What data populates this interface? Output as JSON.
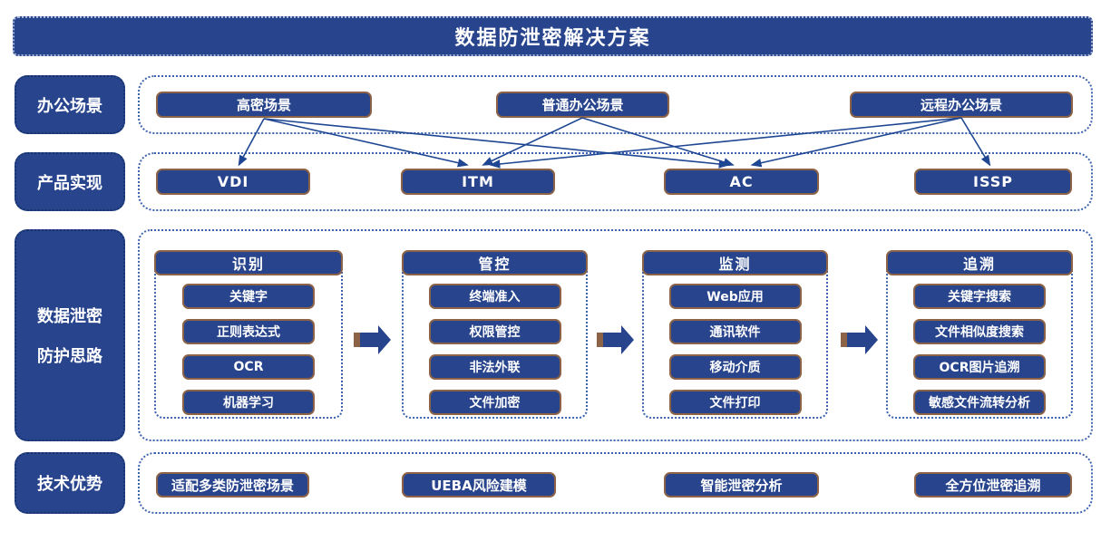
{
  "title": "数据防泄密解决方案",
  "colors": {
    "primary_blue": "#27448c",
    "border_brown": "#8c6347",
    "dotted_border_blue": "#3d62ae",
    "connector_line_blue": "#1e4693"
  },
  "scenarios": {
    "label": "办公场景",
    "items": [
      "高密场景",
      "普通办公场景",
      "远程办公场景"
    ]
  },
  "products": {
    "label": "产品实现",
    "items": [
      "VDI",
      "ITM",
      "AC",
      "ISSP"
    ]
  },
  "connections": [
    {
      "from": "高密场景",
      "to": "VDI"
    },
    {
      "from": "高密场景",
      "to": "ITM"
    },
    {
      "from": "高密场景",
      "to": "AC"
    },
    {
      "from": "普通办公场景",
      "to": "ITM"
    },
    {
      "from": "普通办公场景",
      "to": "AC"
    },
    {
      "from": "远程办公场景",
      "to": "ITM"
    },
    {
      "from": "远程办公场景",
      "to": "AC"
    },
    {
      "from": "远程办公场景",
      "to": "ISSP"
    }
  ],
  "protection": {
    "label_line1": "数据泄密",
    "label_line2": "防护思路",
    "groups": [
      {
        "title": "识别",
        "items": [
          "关键字",
          "正则表达式",
          "OCR",
          "机器学习"
        ]
      },
      {
        "title": "管控",
        "items": [
          "终端准入",
          "权限管控",
          "非法外联",
          "文件加密"
        ]
      },
      {
        "title": "监测",
        "items": [
          "Web应用",
          "通讯软件",
          "移动介质",
          "文件打印"
        ]
      },
      {
        "title": "追溯",
        "items": [
          "关键字搜索",
          "文件相似度搜索",
          "OCR图片追溯",
          "敏感文件流转分析"
        ]
      }
    ]
  },
  "advantages": {
    "label": "技术优势",
    "items": [
      "适配多类防泄密场景",
      "UEBA风险建模",
      "智能泄密分析",
      "全方位泄密追溯"
    ]
  }
}
